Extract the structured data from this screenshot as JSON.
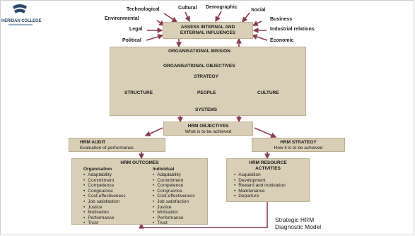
{
  "logo": {
    "name": "HERIDAN COLLEGE",
    "icon": "college-logo-icon"
  },
  "top_factors": {
    "technological": "Technological",
    "cultural": "Cultural",
    "demographic": "Demographic",
    "social": "Social",
    "environmental": "Environmental",
    "business": "Business",
    "legal": "Legal",
    "industrial_relations": "Industrial relations",
    "political": "Political",
    "economic": "Economic"
  },
  "assess": {
    "line1": "ASSESS INTERNAL AND",
    "line2": "EXTERNAL INFLUENCES"
  },
  "org": {
    "mission": "ORGANISATIONAL MISSION",
    "objectives": "ORGANISATIONAL OBJECTIVES",
    "strategy": "STRATEGY",
    "structure": "STRUCTURE",
    "people": "PEOPLE",
    "culture": "CULTURE",
    "systems": "SYSTEMS"
  },
  "hrm_objectives": {
    "title": "HRM OBJECTIVES",
    "subtitle": "What is to be achieved"
  },
  "hrm_audit": {
    "title": "HRM AUDIT",
    "subtitle": "Evaluation of performance"
  },
  "hrm_strategy": {
    "title": "HRM STRATEGY",
    "subtitle": "How it is to be achieved"
  },
  "hrm_outcomes": {
    "title": "HRM OUTCOMES",
    "organisation_heading": "Organisation",
    "individual_heading": "Individual",
    "organisation": [
      "Adaptability",
      "Commitment",
      "Competence",
      "Congruence",
      "Cost-effectiveness",
      "Job satisfaction",
      "Justice",
      "Motivation",
      "Performance",
      "Trust"
    ],
    "individual": [
      "Adaptability",
      "Commitment",
      "Competence",
      "Congruence",
      "Cost-effectiveness",
      "Job satisfaction",
      "Justice",
      "Motivation",
      "Performance",
      "Trust"
    ]
  },
  "hrm_resource": {
    "title_line1": "HRM RESOURCE",
    "title_line2": "ACTIVITIES",
    "items": [
      "Acquisition",
      "Development",
      "Reward and motivation",
      "Maintenance",
      "Departure"
    ]
  },
  "caption": {
    "line1": "Strategic HRM",
    "line2": "Diagnostic Model"
  },
  "colors": {
    "box_fill": "#d9cfb6",
    "box_border": "#bcae8f",
    "arrow": "#8b3a52",
    "logo_blue": "#2c4a6b"
  }
}
